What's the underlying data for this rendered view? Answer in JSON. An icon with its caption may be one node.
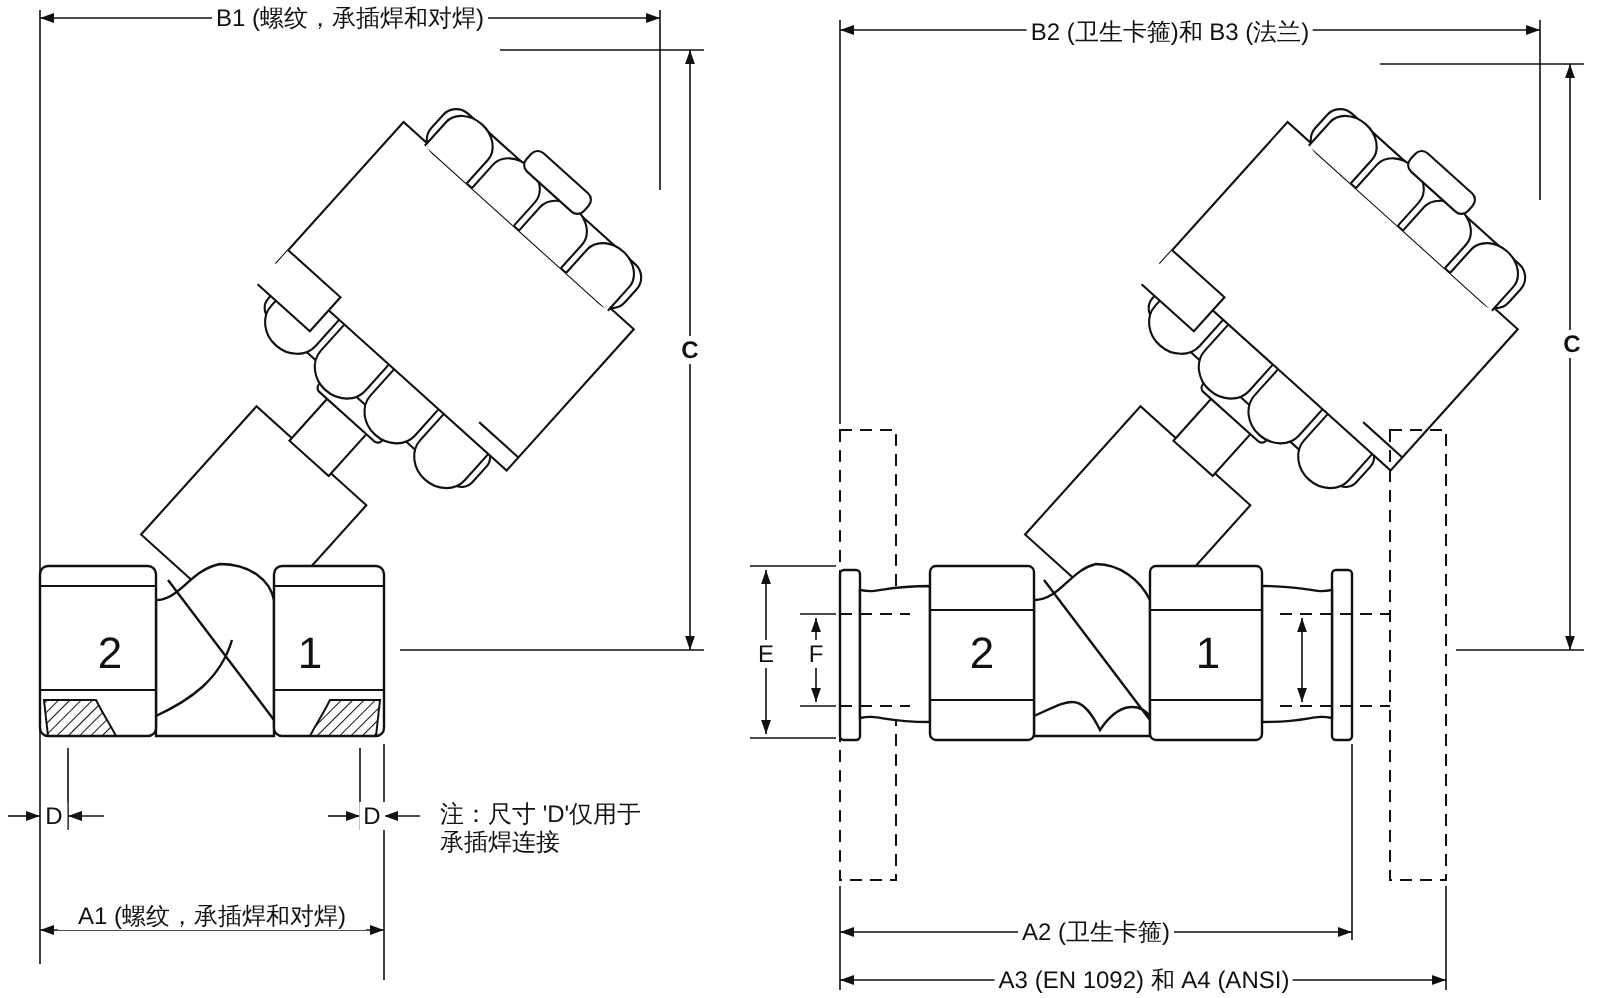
{
  "diagram": {
    "labels": [
      "B1 (螺纹，承插焊和对焊)",
      "B2 (卫生卡箍)和 B3 (法兰)",
      "C",
      "C",
      "E",
      "F",
      "2",
      "1",
      "2",
      "1",
      "D",
      "D",
      "注：尺寸 'D'仅用于承插焊连接",
      "A1 (螺纹，承插焊和对焊)",
      "A2 (卫生卡箍)",
      "A3 (EN 1092) 和 A4 (ANSI)"
    ]
  }
}
